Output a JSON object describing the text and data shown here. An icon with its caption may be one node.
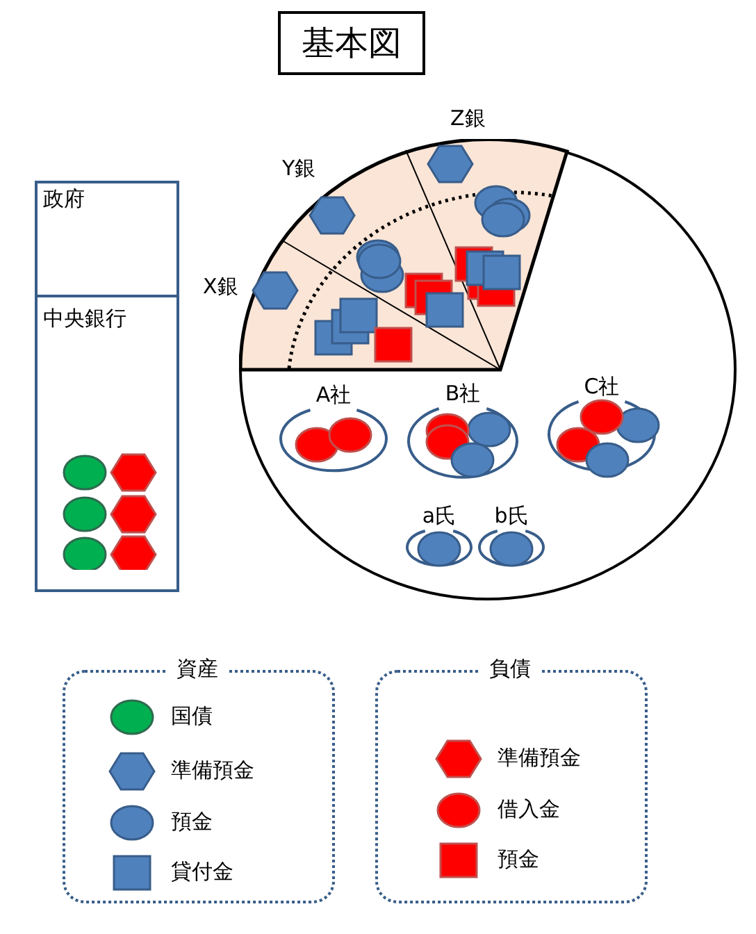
{
  "diagram": {
    "title": "基本図",
    "nodes": [
      {
        "text": [
          "政府"
        ]
      },
      {
        "text": [
          "中央銀行"
        ]
      },
      {
        "text": [],
        "shape": "circle"
      },
      {
        "text": [
          "X銀"
        ]
      },
      {
        "text": [
          "Y銀"
        ]
      },
      {
        "text": [
          "Z銀"
        ]
      },
      {
        "text": [
          "A社"
        ],
        "in": 2
      },
      {
        "text": [
          "B社"
        ],
        "in": 2
      },
      {
        "text": [
          "C社"
        ],
        "in": 2
      },
      {
        "text": [
          "a氏"
        ],
        "in": 2
      },
      {
        "text": [
          "b氏"
        ],
        "in": 2
      }
    ],
    "labels": [
      "資産",
      "負債"
    ],
    "legend": [
      {
        "text": "国債",
        "color": "#00b050"
      },
      {
        "text": "準備預金",
        "color": "#4f81bd"
      },
      {
        "text": "預金",
        "color": "#4f81bd"
      },
      {
        "text": "貸付金",
        "color": "#4f81bd"
      },
      {
        "text": "準備預金",
        "color": "#ff0000"
      },
      {
        "text": "借入金",
        "color": "#ff0000"
      },
      {
        "text": "預金",
        "color": "#ff0000"
      }
    ]
  }
}
